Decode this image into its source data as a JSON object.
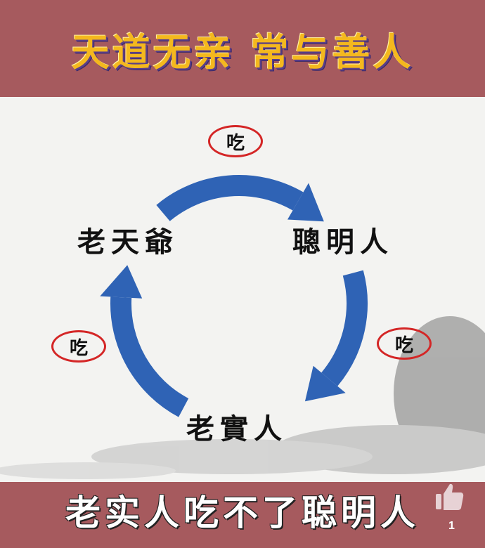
{
  "header": {
    "title": "天道无亲 常与善人"
  },
  "diagram": {
    "nodes": {
      "heaven": "老天爺",
      "clever": "聰明人",
      "honest": "老實人"
    },
    "edge_label": "吃",
    "arrow_color": "#2f63b5"
  },
  "footer": {
    "caption": "老实人吃不了聪明人",
    "like_count": "1"
  },
  "colors": {
    "band": "#a65a5e",
    "title": "#f4b81e"
  }
}
